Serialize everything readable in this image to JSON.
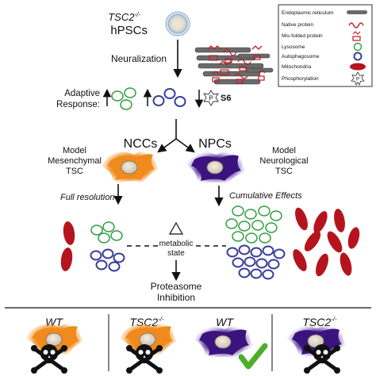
{
  "top": {
    "cell_line_prefix": "TSC2",
    "cell_line_sup": "-/-",
    "cell_line_suffix": "hPSCs",
    "step": "Neuralization",
    "adaptive_line1": "Adaptive",
    "adaptive_line2": "Response:",
    "phospho_target": "S6",
    "phospho_symbol": "P"
  },
  "legend": {
    "items": [
      {
        "label": "Endoplasmic reticulum",
        "icon": "er-bar-icon"
      },
      {
        "label": "Native protein",
        "icon": "native-protein-icon"
      },
      {
        "label": "Mis-folded protein",
        "icon": "misfolded-protein-icon"
      },
      {
        "label": "Lysosome",
        "icon": "lysosome-icon"
      },
      {
        "label": "Autophagosome",
        "icon": "autophagosome-icon"
      },
      {
        "label": "Mitochondria",
        "icon": "mitochondria-icon"
      },
      {
        "label": "Phosphorylation",
        "icon": "phosphorylation-icon"
      }
    ]
  },
  "branches": {
    "left": {
      "title": "NCCs",
      "model_l1": "Model",
      "model_l2": "Mesenchymal",
      "model_l3": "TSC",
      "outcome": "Full resolution"
    },
    "right": {
      "title": "NPCs",
      "model_l1": "Model",
      "model_l2": "Neurological",
      "model_l3": "TSC",
      "outcome": "Cumulative Effects"
    }
  },
  "center": {
    "label_l1": "metabolic",
    "label_l2": "state",
    "treatment_l1": "Proteasome",
    "treatment_l2": "Inhibition"
  },
  "bottom": {
    "panels": [
      {
        "label": "WT",
        "sup": "",
        "result": "skull-crossbones"
      },
      {
        "label": "TSC2",
        "sup": "-/-",
        "result": "skull-crossbones"
      },
      {
        "label": "WT",
        "sup": "",
        "result": "checkmark"
      },
      {
        "label": "TSC2",
        "sup": "-/-",
        "result": "skull-crossbones"
      }
    ]
  },
  "colors": {
    "lysosome": "#2e9e3e",
    "autophagosome": "#3b3f9a",
    "mitochondria": "#b5141e",
    "misfolded": "#c0202a",
    "ncc_cell": "#f08a1c",
    "npc_cell": "#4a1f8f",
    "checkmark": "#4caf2a"
  }
}
